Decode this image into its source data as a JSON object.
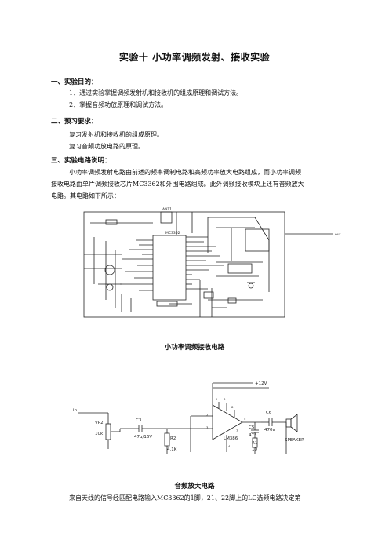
{
  "title": "实验十   小功率调频发射、接收实验",
  "sections": {
    "s1": {
      "heading": "一、实验目的：",
      "items": [
        "1．通过实验掌握调频发射机和接收机的组成原理和调试方法。",
        "2．掌握音频功放原理和调试方法。"
      ]
    },
    "s2": {
      "heading": "二、预习要求：",
      "items": [
        "复习发射机和接收机的组成原理。",
        "复习音频功放电路的原理。"
      ]
    },
    "s3": {
      "heading": "三、实验电路说明：",
      "para_lines": [
        "小功率调频发射电路由前述的频率调制电路和高频功率放大电路组成，而小功率调频",
        "接收电路由单片调频接收芯片MC3362和外围电路组成。此外调频接收模块上还有音频放大",
        "电路。其电路如下所示："
      ]
    }
  },
  "figure1": {
    "caption": "小功率调频接收电路",
    "labels": {
      "chip": "MC3362",
      "ant": "ANT1",
      "out": "out"
    }
  },
  "figure2": {
    "caption": "音频放大电路",
    "labels": {
      "vcc": "+12V",
      "in": "in",
      "vr": "VP2",
      "vr_val": "10k",
      "c3": "C3",
      "c3_val": "47u/16V",
      "r2": "R2",
      "r2_val": "4.1K",
      "chip": "LM386",
      "c5": "C5",
      "c5_val": "473",
      "r1": "R1",
      "r1_val": "10",
      "c6": "C6",
      "c6_val": "470u",
      "spk": "SPEAKER",
      "p1": "1",
      "p2": "2",
      "p3": "3",
      "p4": "4",
      "p5": "5",
      "p6": "6",
      "p7": "7",
      "p8": "8"
    }
  },
  "last_line": "来自天线的信号经匹配电路输入MC3362的1脚，21、22脚上的LC选频电路决定第"
}
